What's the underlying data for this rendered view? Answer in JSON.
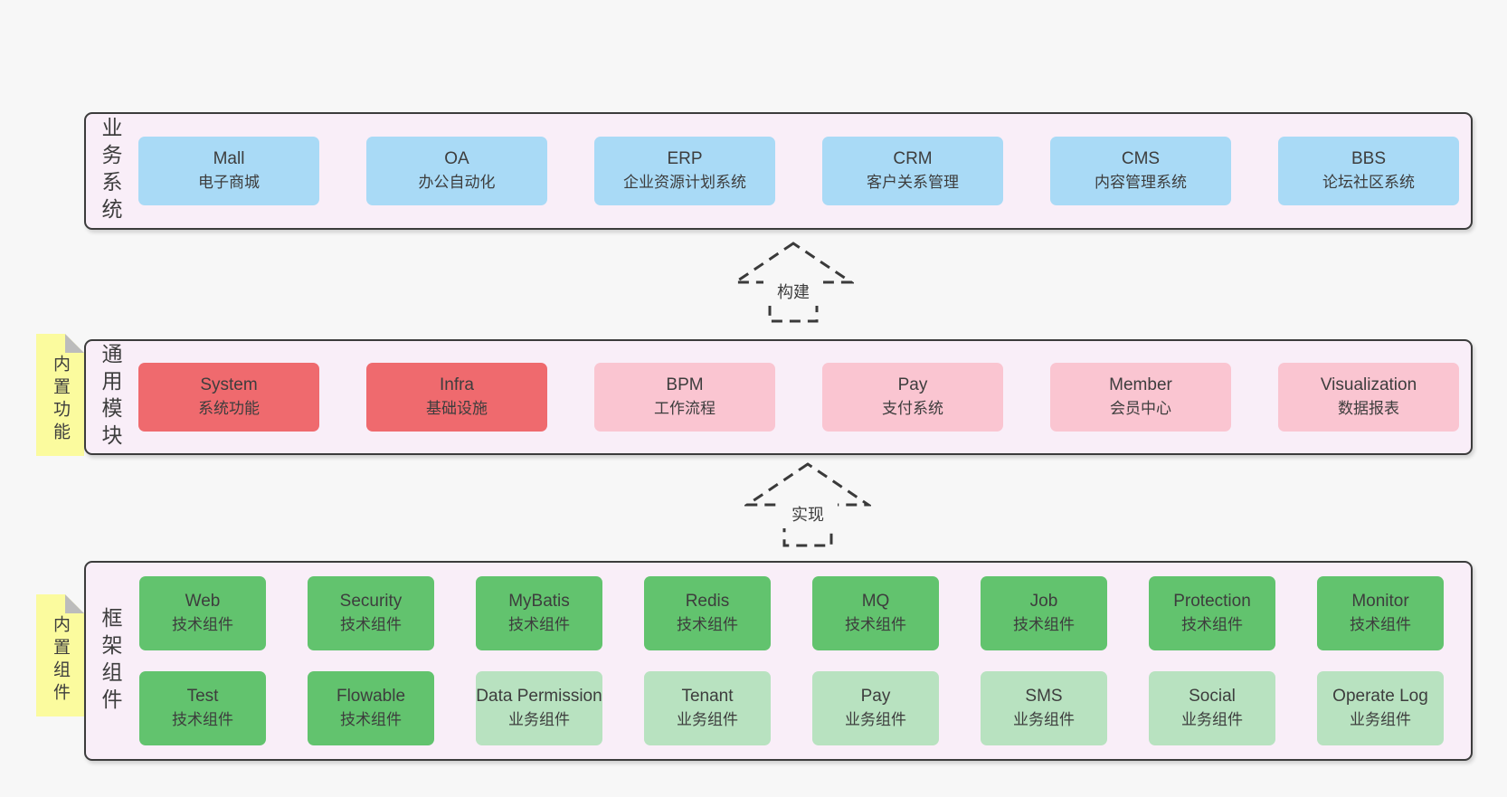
{
  "palette": {
    "page_bg": "#f7f7f7",
    "section_bg": "#f9eef8",
    "section_border": "#3c3c3c",
    "blue_card": "#a9daf6",
    "red_card": "#ef6a6e",
    "pink_card": "#fac5d1",
    "green_card": "#62c36e",
    "light_green_card": "#b8e2c0",
    "note_yellow": "#fbfb9e",
    "note_fold": "#bcbcbc",
    "text": "#3d3d3d"
  },
  "sections": {
    "business": {
      "label": "业务系统",
      "cards": [
        {
          "title": "Mall",
          "subtitle": "电子商城",
          "color": "#a9daf6"
        },
        {
          "title": "OA",
          "subtitle": "办公自动化",
          "color": "#a9daf6"
        },
        {
          "title": "ERP",
          "subtitle": "企业资源计划系统",
          "color": "#a9daf6"
        },
        {
          "title": "CRM",
          "subtitle": "客户关系管理",
          "color": "#a9daf6"
        },
        {
          "title": "CMS",
          "subtitle": "内容管理系统",
          "color": "#a9daf6"
        },
        {
          "title": "BBS",
          "subtitle": "论坛社区系统",
          "color": "#a9daf6"
        }
      ]
    },
    "modules": {
      "label": "通用模块",
      "note": "内置功能",
      "cards": [
        {
          "title": "System",
          "subtitle": "系统功能",
          "color": "#ef6a6e"
        },
        {
          "title": "Infra",
          "subtitle": "基础设施",
          "color": "#ef6a6e"
        },
        {
          "title": "BPM",
          "subtitle": "工作流程",
          "color": "#fac5d1"
        },
        {
          "title": "Pay",
          "subtitle": "支付系统",
          "color": "#fac5d1"
        },
        {
          "title": "Member",
          "subtitle": "会员中心",
          "color": "#fac5d1"
        },
        {
          "title": "Visualization",
          "subtitle": "数据报表",
          "color": "#fac5d1"
        }
      ]
    },
    "framework": {
      "label": "框架组件",
      "note": "内置组件",
      "rows": [
        [
          {
            "title": "Web",
            "subtitle": "技术组件",
            "color": "#62c36e"
          },
          {
            "title": "Security",
            "subtitle": "技术组件",
            "color": "#62c36e"
          },
          {
            "title": "MyBatis",
            "subtitle": "技术组件",
            "color": "#62c36e"
          },
          {
            "title": "Redis",
            "subtitle": "技术组件",
            "color": "#62c36e"
          },
          {
            "title": "MQ",
            "subtitle": "技术组件",
            "color": "#62c36e"
          },
          {
            "title": "Job",
            "subtitle": "技术组件",
            "color": "#62c36e"
          },
          {
            "title": "Protection",
            "subtitle": "技术组件",
            "color": "#62c36e"
          },
          {
            "title": "Monitor",
            "subtitle": "技术组件",
            "color": "#62c36e"
          }
        ],
        [
          {
            "title": "Test",
            "subtitle": "技术组件",
            "color": "#62c36e"
          },
          {
            "title": "Flowable",
            "subtitle": "技术组件",
            "color": "#62c36e"
          },
          {
            "title": "Data Permission",
            "subtitle": "业务组件",
            "color": "#b8e2c0"
          },
          {
            "title": "Tenant",
            "subtitle": "业务组件",
            "color": "#b8e2c0"
          },
          {
            "title": "Pay",
            "subtitle": "业务组件",
            "color": "#b8e2c0"
          },
          {
            "title": "SMS",
            "subtitle": "业务组件",
            "color": "#b8e2c0"
          },
          {
            "title": "Social",
            "subtitle": "业务组件",
            "color": "#b8e2c0"
          },
          {
            "title": "Operate Log",
            "subtitle": "业务组件",
            "color": "#b8e2c0"
          }
        ]
      ]
    }
  },
  "arrows": [
    {
      "label": "构建"
    },
    {
      "label": "实现"
    }
  ]
}
